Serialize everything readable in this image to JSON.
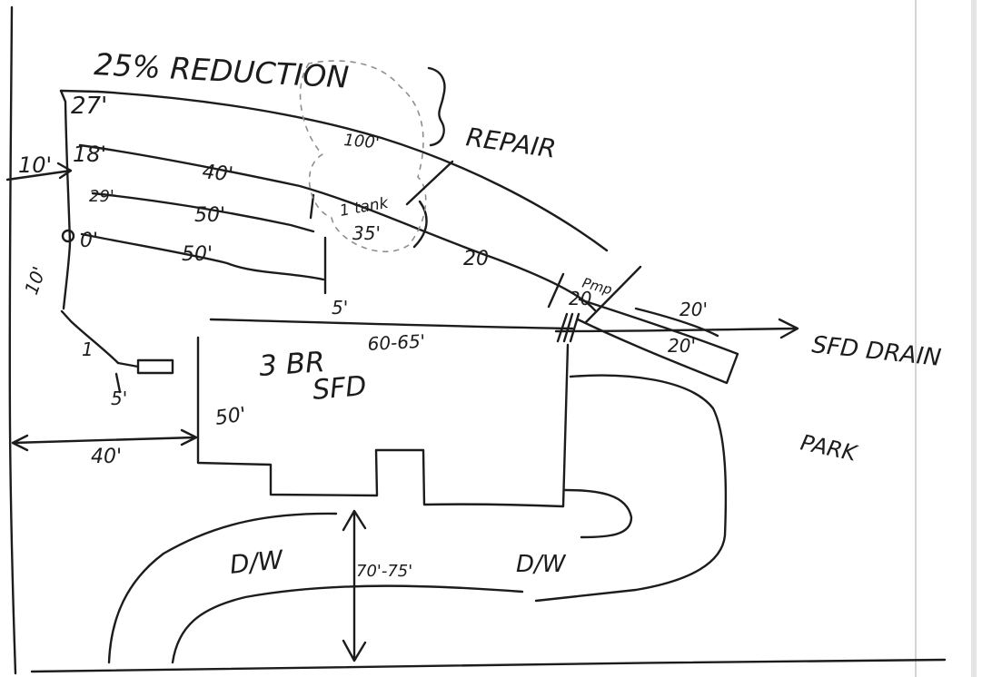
{
  "title": "25% REDUCTION",
  "labels": {
    "repair": "REPAIR",
    "sfd_drain": "SFD DRAIN",
    "house_line1": "3 BR",
    "house_line2": "SFD",
    "park": "PARK",
    "dw_left": "D/W",
    "dw_right": "D/W",
    "tank": "1 tank",
    "pump": "Pmp"
  },
  "dimensions": {
    "d27": "27'",
    "d18": "18'",
    "d29": "29'",
    "d0": "0'",
    "d10": "10'",
    "d10b": "10'",
    "d100": "100'",
    "d40": "40'",
    "d50": "50'",
    "d50b": "50'",
    "d35": "35'",
    "d20": "20",
    "d20b": "20",
    "d20c": "20'",
    "d20d": "20'",
    "d5": "5'",
    "d1": "1",
    "d5b": "5'",
    "d60_65": "60-65'",
    "d50c": "50'",
    "d40b": "40'",
    "d70_75": "70'-75'"
  }
}
